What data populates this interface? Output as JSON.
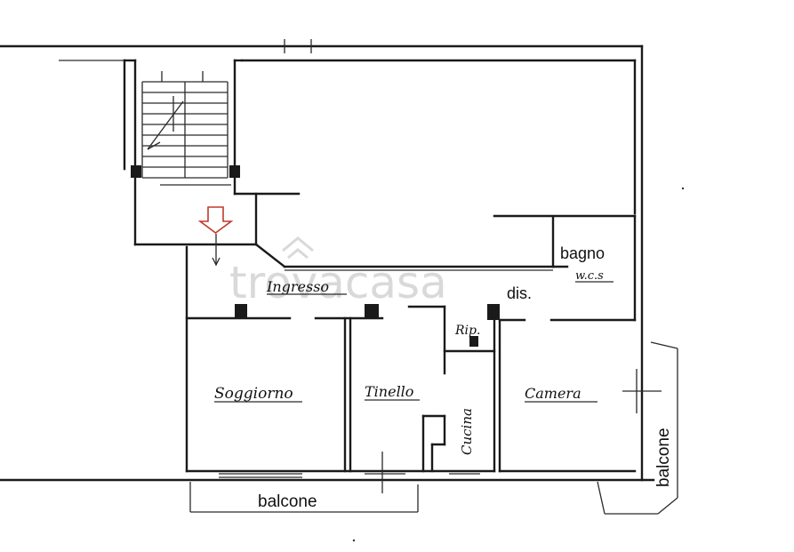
{
  "watermark": "trovacasa",
  "rooms": {
    "ingresso": "Ingresso",
    "soggiorno": "Soggiorno",
    "tinello": "Tinello",
    "cucina": "Cucina",
    "rip": "Rip.",
    "camera": "Camera",
    "bagno": "bagno",
    "wc": "w.c.s",
    "dis": "dis."
  },
  "balconies": {
    "bottom": "balcone",
    "right": "balcone"
  },
  "colors": {
    "entry_arrow": "#c0392b",
    "walls": "#1a1a1a"
  },
  "icons": {
    "entry": "arrow-down-icon"
  }
}
